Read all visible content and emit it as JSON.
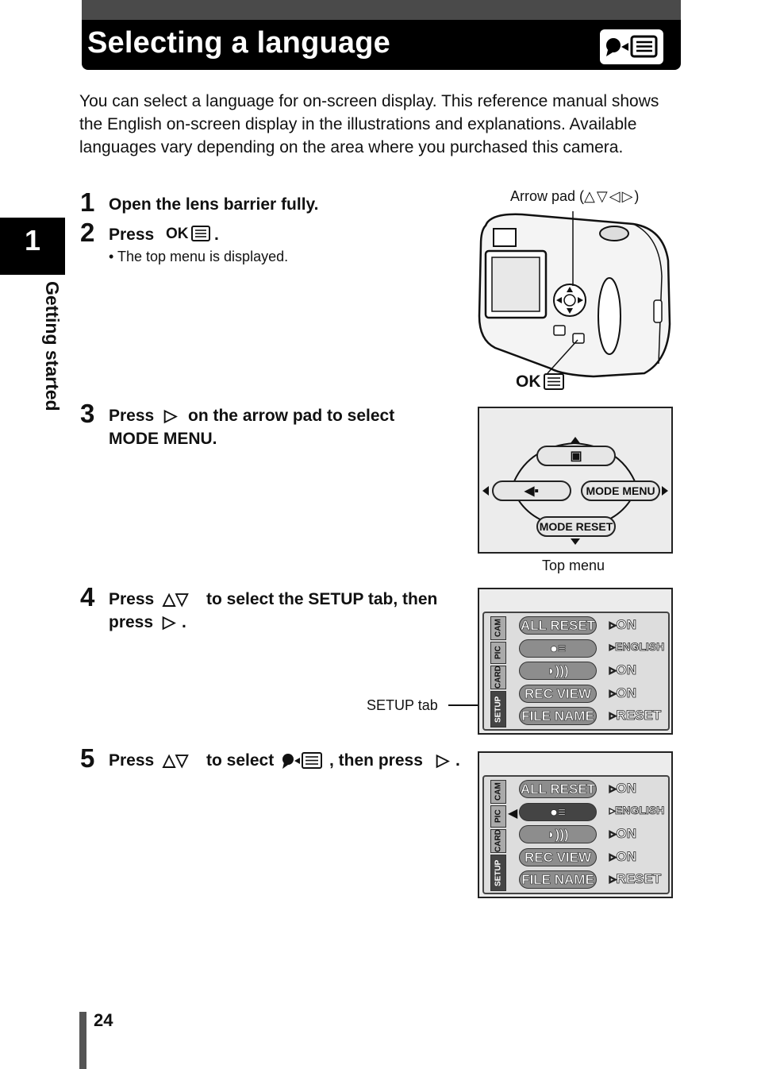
{
  "header": {
    "title": "Selecting a language",
    "icon": "language-setup-icon"
  },
  "chapter": {
    "number": "1",
    "title": "Getting started"
  },
  "intro": "You can select a language for on-screen display. This reference manual shows the English on-screen display in the illustrations and explanations. Available languages vary depending on the area where you purchased this camera.",
  "steps": [
    {
      "num": "1",
      "text": "Open the lens barrier fully."
    },
    {
      "num": "2",
      "text_a": "Press",
      "text_b": ".",
      "note": "• The top menu is displayed."
    },
    {
      "num": "3",
      "text_a": "Press",
      "text_b": "on the arrow pad to select",
      "text_c": "MODE MENU."
    },
    {
      "num": "4",
      "text_a": "Press",
      "text_b": "to select the SETUP tab, then",
      "text_c": "press",
      "text_d": "."
    },
    {
      "num": "5",
      "text_a": "Press",
      "text_b": "to select",
      "text_c": ", then press",
      "text_d": "."
    }
  ],
  "camera": {
    "arrow_pad_label": "Arrow pad (",
    "arrow_pad_end": ")",
    "ok_label": "OK"
  },
  "top_menu": {
    "left_label": "",
    "right_label": "MODE MENU",
    "bottom_label": "MODE RESET",
    "caption": "Top menu"
  },
  "setup_caption": "SETUP tab",
  "setup_tabs": [
    "CAM",
    "PIC",
    "CARD",
    "SETUP"
  ],
  "setup_rows": [
    {
      "label": "ALL RESET",
      "value": "ON"
    },
    {
      "label": "",
      "value": "ENGLISH"
    },
    {
      "label": "",
      "value": "ON"
    },
    {
      "label": "REC VIEW",
      "value": "ON"
    },
    {
      "label": "FILE NAME",
      "value": "RESET"
    }
  ],
  "page_number": "24"
}
